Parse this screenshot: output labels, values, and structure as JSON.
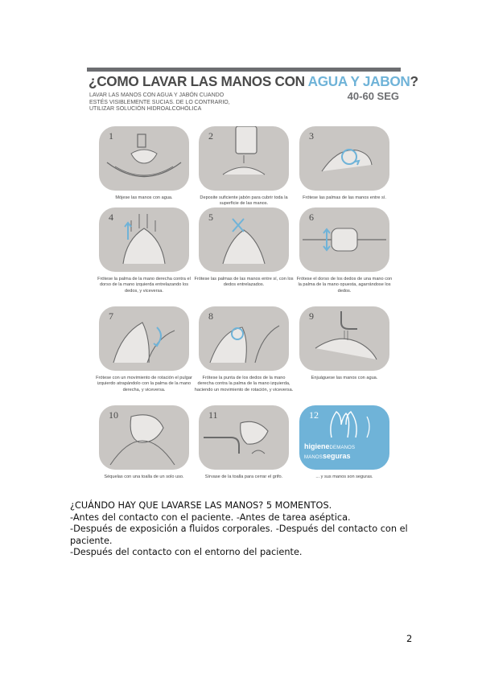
{
  "poster": {
    "title_main": "¿COMO LAVAR LAS MANOS CON ",
    "title_accent": "AGUA Y JABON",
    "title_end": "?",
    "subtitle_lines": [
      "LAVAR LAS MANOS CON AGUA Y JABÓN CUANDO",
      "ESTÉS VISIBLEMENTE SUCIAS. DE LO CONTRARIO,",
      "UTILIZAR SOLUCIÓN HIDROALCOHÓLICA"
    ],
    "duration": "40-60 SEG",
    "steps": [
      {
        "number": "1",
        "caption": "Mójese las manos con agua."
      },
      {
        "number": "2",
        "caption": "Deposite suficiente jabón para cubrir toda la superficie de las manos."
      },
      {
        "number": "3",
        "caption": "Frótese las palmas de las manos entre sí."
      },
      {
        "number": "4",
        "caption": "Frótese la palma de la mano derecha contra el dorso de la mano izquierda entrelazando los dedos, y viceversa."
      },
      {
        "number": "5",
        "caption": "Frótese las palmas de las manos entre sí, con los dedos entrelazados."
      },
      {
        "number": "6",
        "caption": "Frótese el dorso de los dedos de una mano con la palma de la mano opuesta, agarrándose los dedos."
      },
      {
        "number": "7",
        "caption": "Frótese con un movimiento de rotación el pulgar izquierdo atrapándolo con la palma de la mano derecha, y viceversa."
      },
      {
        "number": "8",
        "caption": "Frótese la punta de los dedos de la mano derecha contra la palma de la mano izquierda, haciendo un movimiento de rotación, y viceversa."
      },
      {
        "number": "9",
        "caption": "Enjuáguese las manos con agua."
      },
      {
        "number": "10",
        "caption": "Séquelas con una toalla de un solo uso."
      },
      {
        "number": "11",
        "caption": "Sírvase de la toalla para cerrar el grifo."
      },
      {
        "number": "12",
        "caption": "... y sus manos son seguras."
      }
    ],
    "brand": {
      "word1": "higiene",
      "word2": "DEMANOS",
      "word3": "MANOS",
      "word4": "seguras"
    }
  },
  "text": {
    "heading": "¿CUÁNDO HAY QUE LAVARSE LAS MANOS? 5 MOMENTOS.",
    "line1": "-Antes del contacto con el paciente.  -Antes de tarea aséptica.",
    "line2": "-Después de exposición a fluidos corporales.  -Después del contacto con el",
    "line3": "paciente.",
    "line4": "-Después del contacto con el entorno del paciente."
  },
  "page_number": "2",
  "colors": {
    "accent_blue": "#6fb3d8",
    "panel_gray": "#c9c6c3",
    "title_gray": "#4a4a4a"
  }
}
